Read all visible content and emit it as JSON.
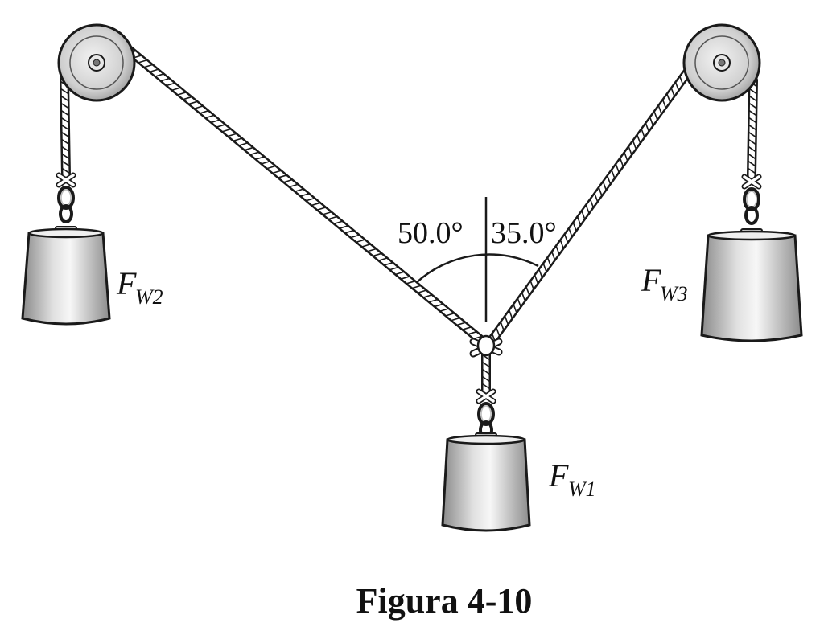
{
  "figure": {
    "caption": "Figura 4-10",
    "angles": {
      "left": "50.0°",
      "right": "35.0°"
    },
    "weights": {
      "w1": {
        "symbol": "F",
        "subscript": "W1"
      },
      "w2": {
        "symbol": "F",
        "subscript": "W2"
      },
      "w3": {
        "symbol": "F",
        "subscript": "W3"
      }
    },
    "colors": {
      "outline": "#1a1a1a",
      "rope": "#ffffff",
      "weight_dark": "#8a8a8a",
      "weight_light": "#f2f2f2",
      "pulley": "#c8c8c8"
    },
    "icons": [
      "pulley-icon",
      "rope-icon",
      "weight-icon",
      "knot-icon",
      "chain-link-icon"
    ]
  }
}
